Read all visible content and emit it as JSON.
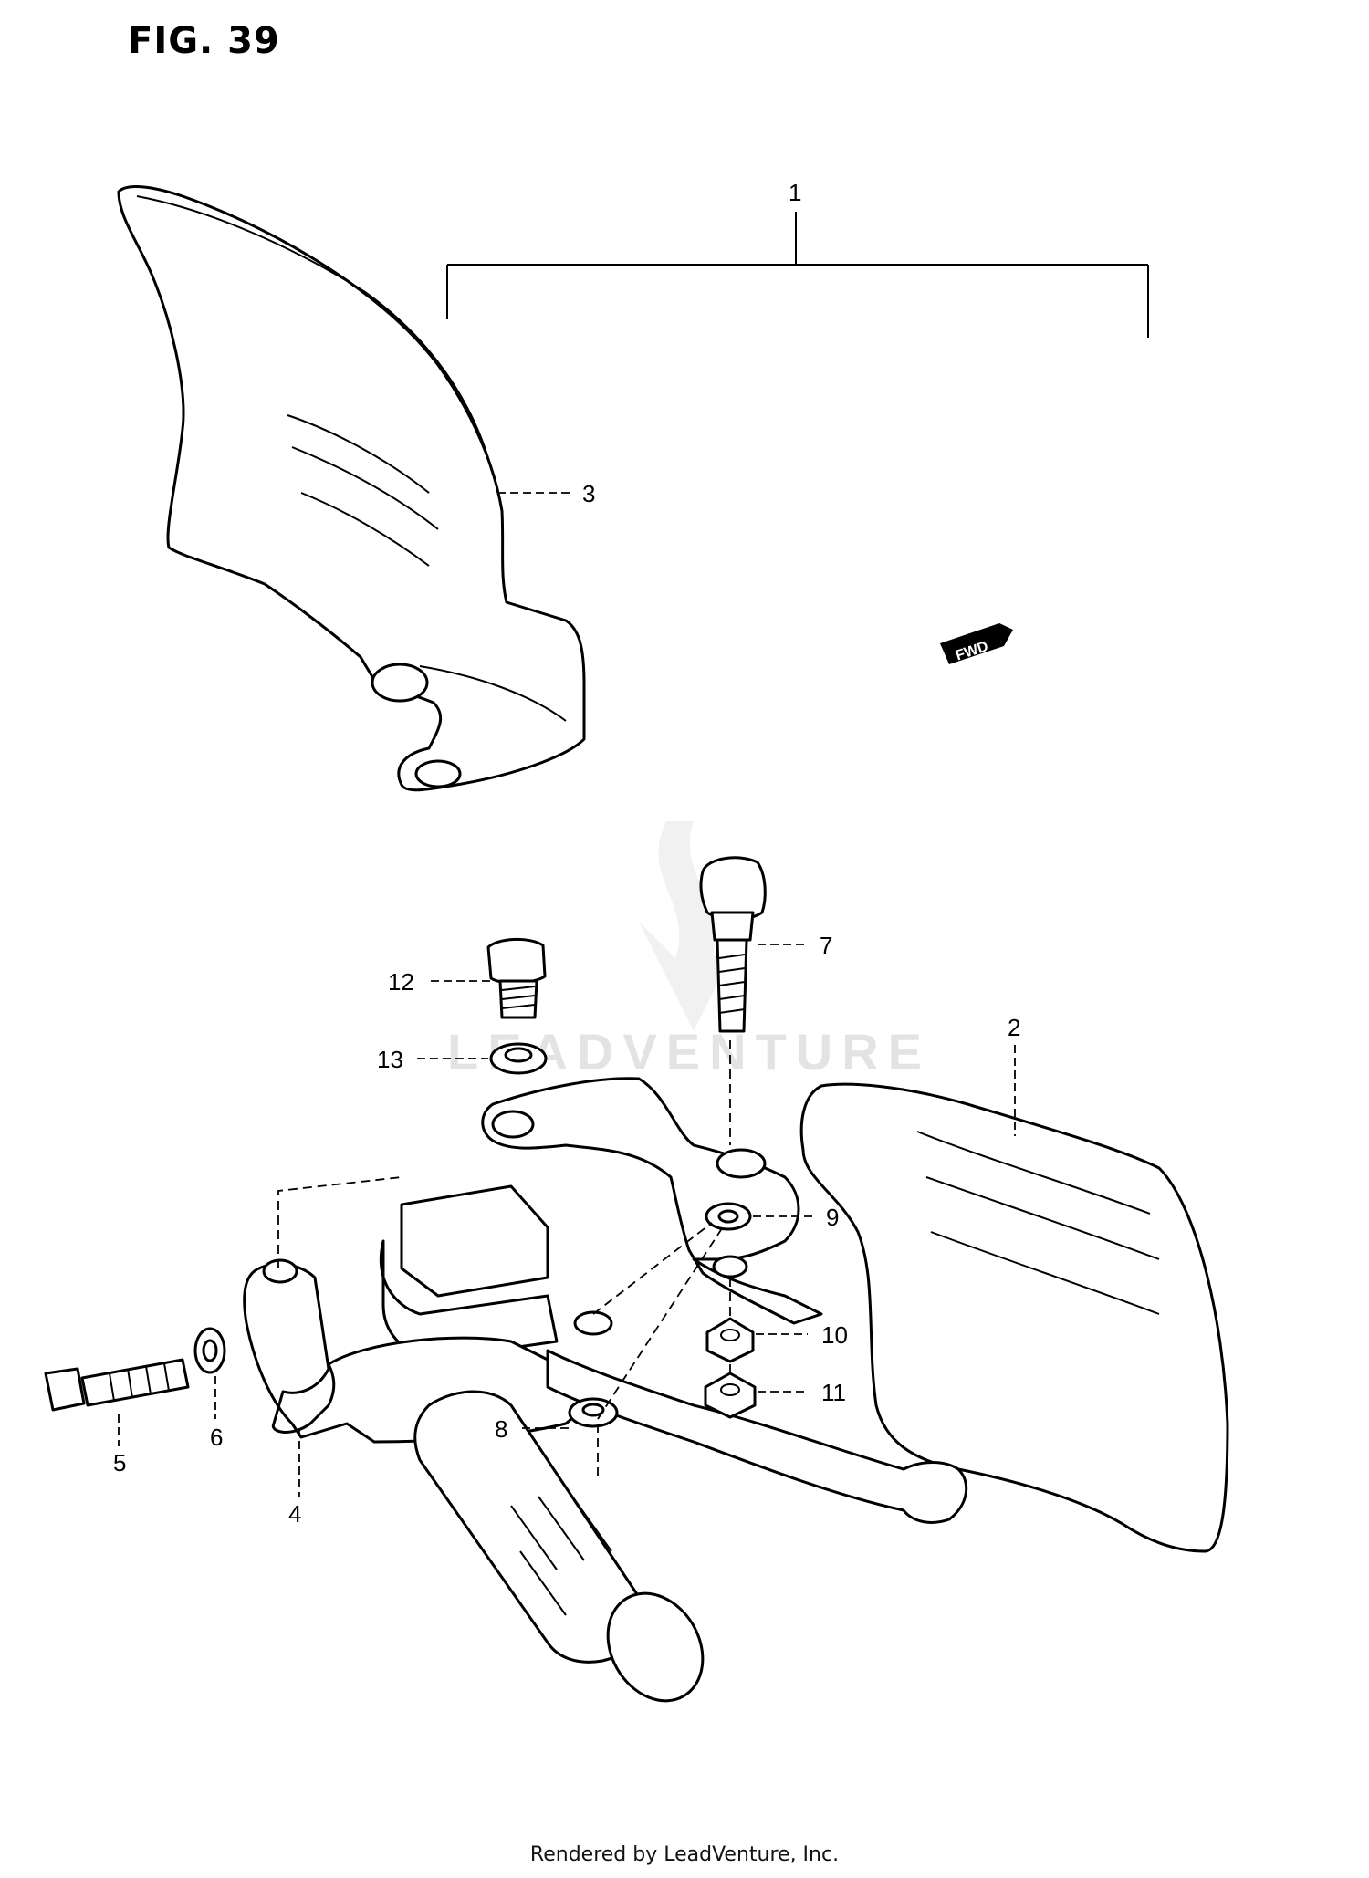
{
  "figure": {
    "title": "FIG. 39"
  },
  "watermark": {
    "text": "LEADVENTURE"
  },
  "direction_tag": {
    "label": "FWD"
  },
  "callouts": {
    "c1": "1",
    "c2": "2",
    "c3": "3",
    "c4": "4",
    "c5": "5",
    "c6": "6",
    "c7": "7",
    "c8": "8",
    "c9": "9",
    "c10": "10",
    "c11": "11",
    "c12": "12",
    "c13": "13"
  },
  "footer": {
    "text": "Rendered by LeadVenture, Inc."
  }
}
